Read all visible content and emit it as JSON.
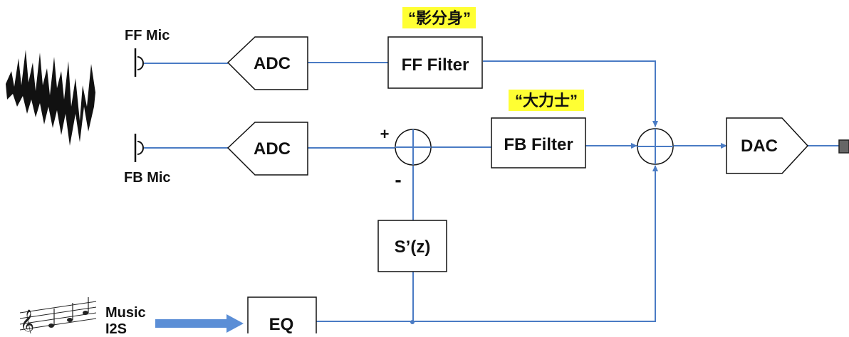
{
  "labels": {
    "ff_mic": "FF Mic",
    "fb_mic": "FB Mic",
    "music": "Music",
    "i2s": "I2S",
    "plus": "+",
    "minus": "-"
  },
  "blocks": {
    "adc_top": "ADC",
    "adc_bottom": "ADC",
    "ff_filter": "FF Filter",
    "fb_filter": "FB Filter",
    "s_z": "S’(z)",
    "eq": "EQ",
    "dac": "DAC"
  },
  "annotations": {
    "ff_filter_tag": "“影分身”",
    "fb_filter_tag": "“大力士”"
  },
  "colors": {
    "wire": "#4a7bc4",
    "highlight": "#ffff33",
    "arrow_fill": "#5b8ed6"
  },
  "icons": [
    "noise-waveform-icon",
    "microphone-icon",
    "music-staff-icon",
    "speaker-icon"
  ]
}
